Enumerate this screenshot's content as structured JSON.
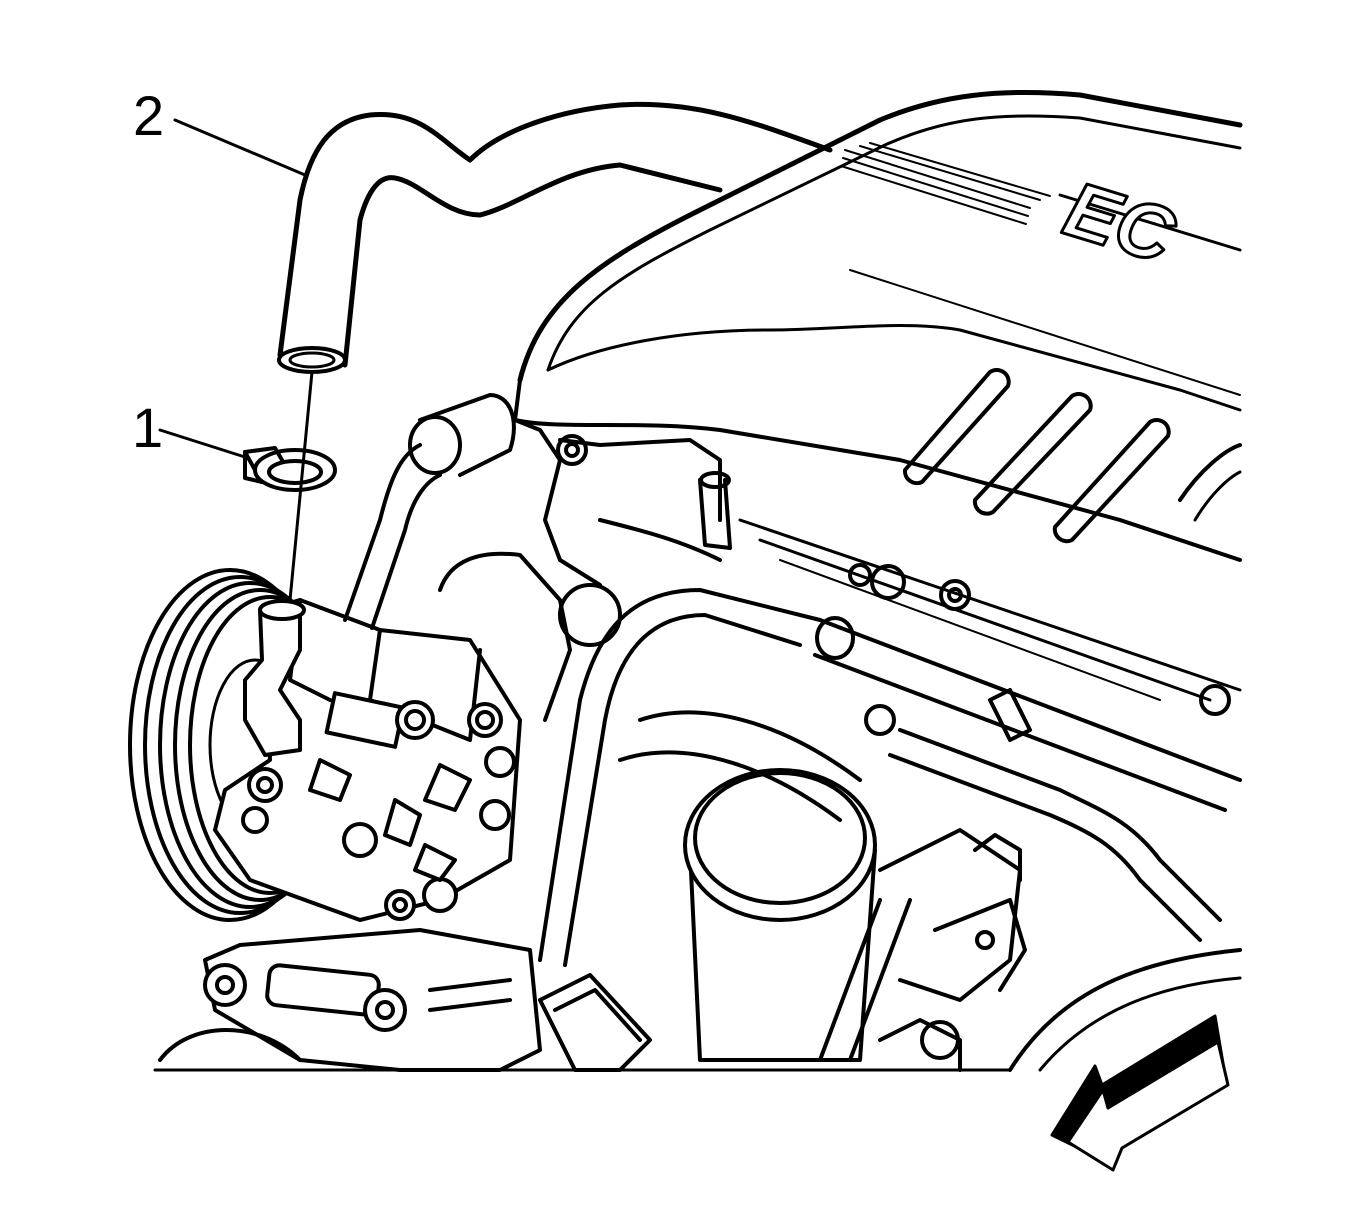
{
  "callouts": [
    {
      "id": "1",
      "label": "1"
    },
    {
      "id": "2",
      "label": "2"
    }
  ],
  "cover_badge": "EC",
  "colors": {
    "line": "#000000",
    "background": "#ffffff",
    "arrow_dark": "#000000",
    "arrow_light": "#ffffff"
  },
  "icons": [
    "direction-arrow-icon"
  ]
}
